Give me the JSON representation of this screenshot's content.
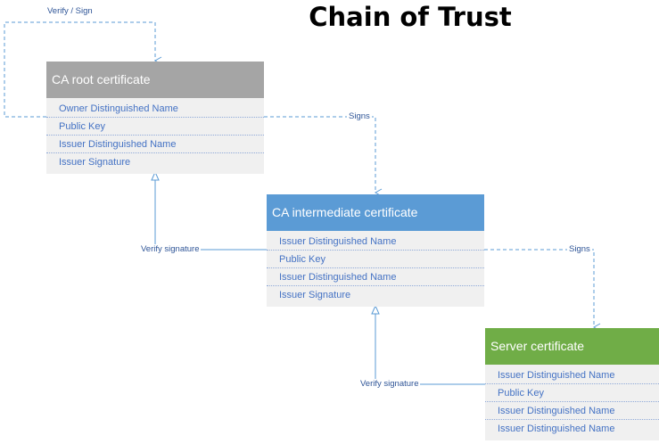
{
  "title": "Chain of Trust",
  "colors": {
    "root_header": "#a5a5a5",
    "intermediate_header": "#5b9bd5",
    "server_header": "#70ad47",
    "field_text": "#4472c4",
    "connector": "#5b9bd5"
  },
  "certificates": {
    "root": {
      "title": "CA root certificate",
      "fields": [
        "Owner Distinguished Name",
        "Public Key",
        "Issuer Distinguished Name",
        "Issuer Signature"
      ]
    },
    "intermediate": {
      "title": "CA intermediate certificate",
      "fields": [
        "Issuer Distinguished Name",
        "Public Key",
        "Issuer Distinguished Name",
        "Issuer Signature"
      ]
    },
    "server": {
      "title": "Server certificate",
      "fields": [
        "Issuer Distinguished Name",
        "Public Key",
        "Issuer Distinguished Name",
        "Issuer Distinguished Name"
      ]
    }
  },
  "connectors": {
    "root_self": "Verify / Sign",
    "root_signs_intermediate": "Signs",
    "intermediate_verifies_root": "Verify signature",
    "intermediate_signs_server": "Signs",
    "server_verifies_intermediate": "Verify signature"
  }
}
